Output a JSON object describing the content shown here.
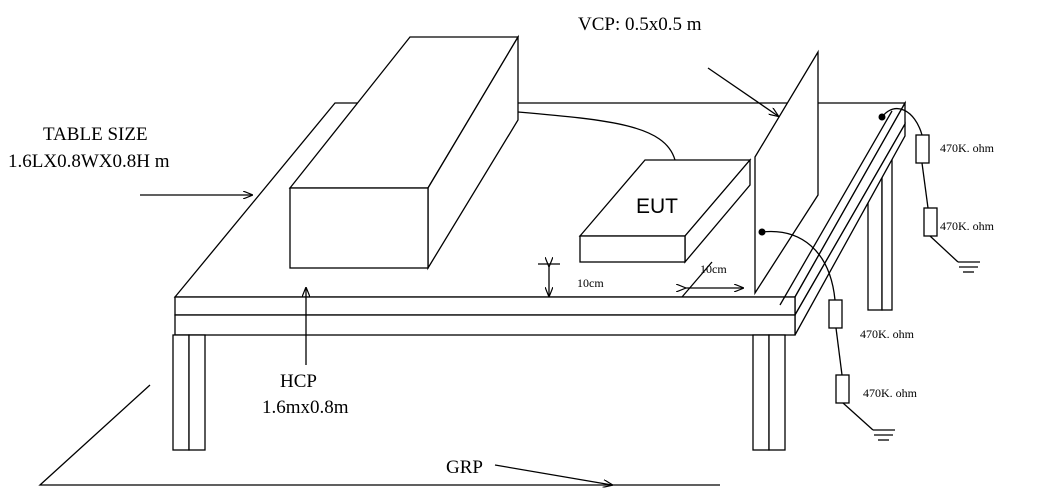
{
  "labels": {
    "vcp": "VCP: 0.5x0.5 m",
    "table_size_line1": "TABLE SIZE",
    "table_size_line2": "1.6LX0.8WX0.8H m",
    "eut": "EUT",
    "gap_vertical": "10cm",
    "gap_horizontal": "10cm",
    "hcp_line1": "HCP",
    "hcp_line2": "1.6mx0.8m",
    "grp": "GRP",
    "resistor_vcp_1": "470K. ohm",
    "resistor_vcp_2": "470K. ohm",
    "resistor_hcp_1": "470K. ohm",
    "resistor_hcp_2": "470K. ohm"
  }
}
